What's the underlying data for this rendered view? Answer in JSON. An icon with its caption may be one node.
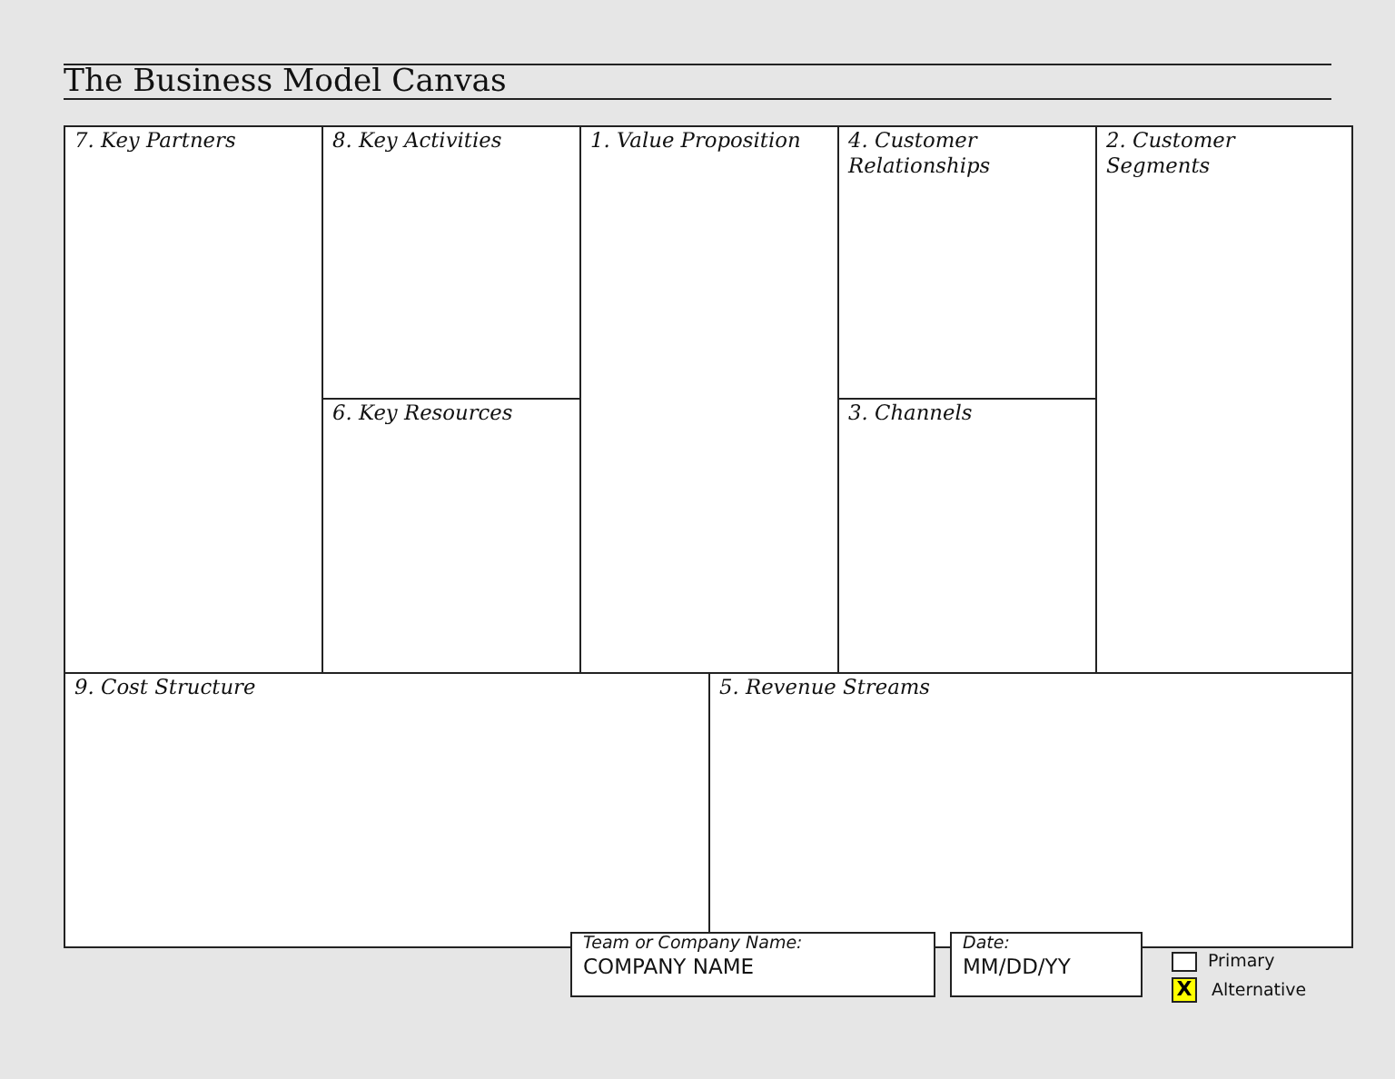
{
  "diagram": {
    "title": "The Business Model Canvas",
    "nodes": [
      {
        "text": [
          "7. Key Partners"
        ]
      },
      {
        "text": [
          "8. Key Activities"
        ]
      },
      {
        "text": [
          "1. Value Proposition"
        ]
      },
      {
        "text": [
          "4. Customer Relationships"
        ]
      },
      {
        "text": [
          "2. Customer Segments"
        ]
      },
      {
        "text": [
          "6. Key Resources"
        ]
      },
      {
        "text": [
          "3. Channels"
        ]
      },
      {
        "text": [
          "9. Cost Structure"
        ]
      },
      {
        "text": [
          "5. Revenue Streams"
        ]
      },
      {
        "text": [
          "Team or Company Name:",
          "COMPANY NAME"
        ]
      },
      {
        "text": [
          "Date:",
          "MM/DD/YY"
        ]
      }
    ],
    "labels": [
      "X"
    ],
    "legend": [
      {
        "text": "Primary",
        "color": "#ffffff"
      },
      {
        "text": "Alternative",
        "color": "#ffff00"
      }
    ]
  }
}
